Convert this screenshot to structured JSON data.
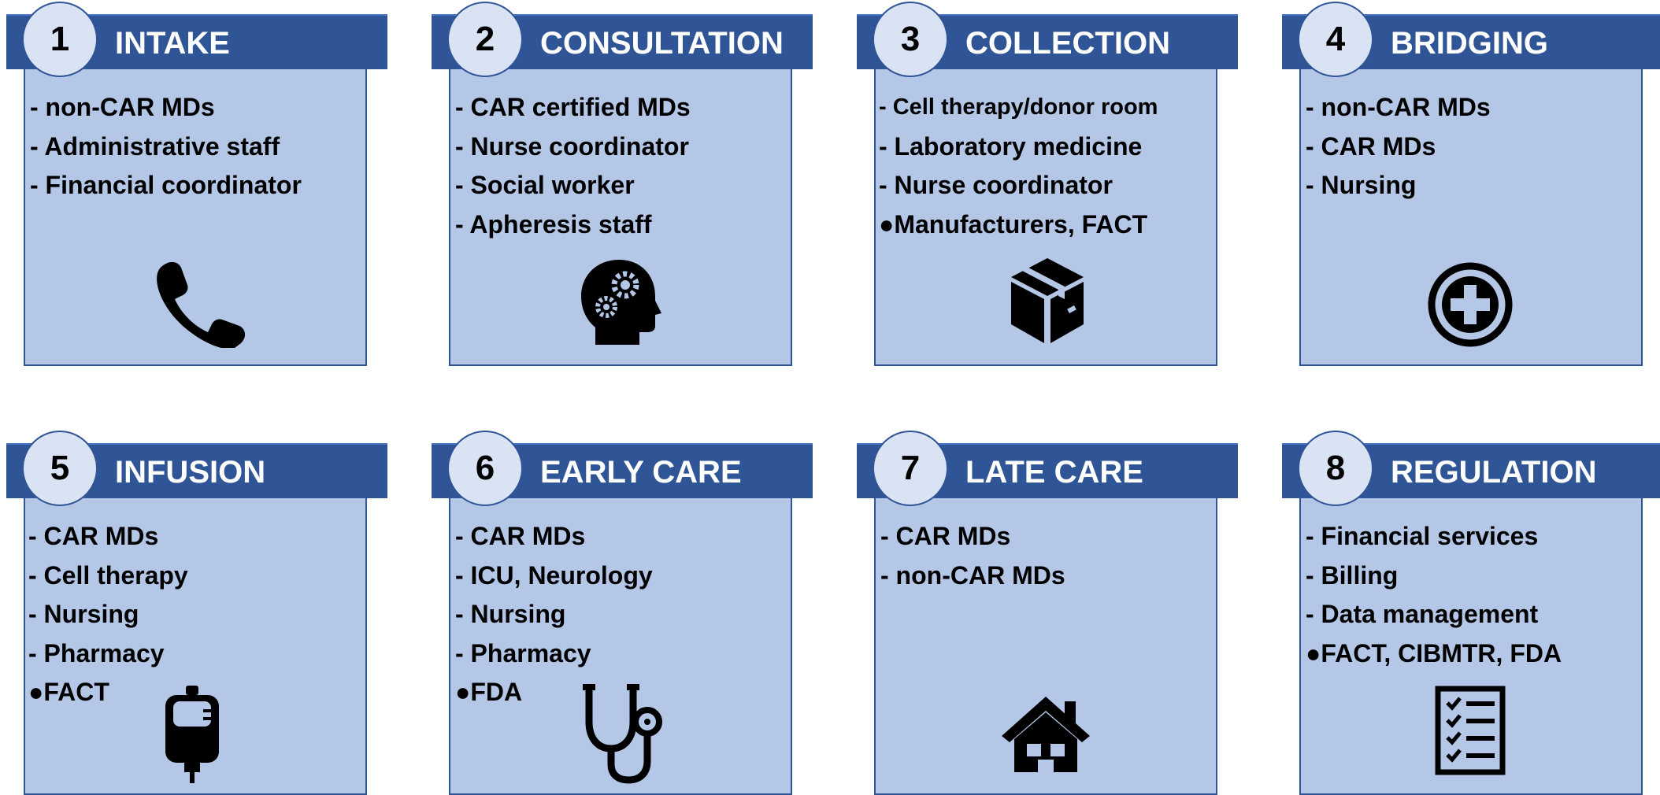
{
  "cards": [
    {
      "number": "1",
      "title": "INTAKE",
      "items": [
        "- non-CAR MDs",
        "- Administrative staff",
        "- Financial coordinator"
      ],
      "icon": "phone-icon"
    },
    {
      "number": "2",
      "title": "CONSULTATION",
      "items": [
        "- CAR certified MDs",
        "- Nurse coordinator",
        "- Social worker",
        "- Apheresis staff"
      ],
      "icon": "head-gears-icon"
    },
    {
      "number": "3",
      "title": "COLLECTION",
      "items": [
        "- Cell therapy/donor room",
        "- Laboratory medicine",
        "- Nurse coordinator",
        "●Manufacturers, FACT"
      ],
      "icon": "box-icon"
    },
    {
      "number": "4",
      "title": "BRIDGING",
      "items": [
        "- non-CAR MDs",
        "- CAR MDs",
        "- Nursing"
      ],
      "icon": "medical-plus-icon"
    },
    {
      "number": "5",
      "title": "INFUSION",
      "items": [
        "- CAR MDs",
        "- Cell therapy",
        "- Nursing",
        "- Pharmacy",
        "●FACT"
      ],
      "icon": "iv-bag-icon"
    },
    {
      "number": "6",
      "title": "EARLY CARE",
      "items": [
        "- CAR MDs",
        "- ICU, Neurology",
        "- Nursing",
        "- Pharmacy",
        "●FDA"
      ],
      "icon": "stethoscope-icon"
    },
    {
      "number": "7",
      "title": "LATE CARE",
      "items": [
        "- CAR MDs",
        "- non-CAR MDs"
      ],
      "icon": "home-icon"
    },
    {
      "number": "8",
      "title": "REGULATION",
      "items": [
        "- Financial services",
        "- Billing",
        "- Data management",
        "●FACT, CIBMTR, FDA"
      ],
      "icon": "checklist-icon"
    }
  ],
  "colors": {
    "banner": "#2f5597",
    "card_fill": "#b4c7e7",
    "badge_fill": "#dae3f3"
  }
}
